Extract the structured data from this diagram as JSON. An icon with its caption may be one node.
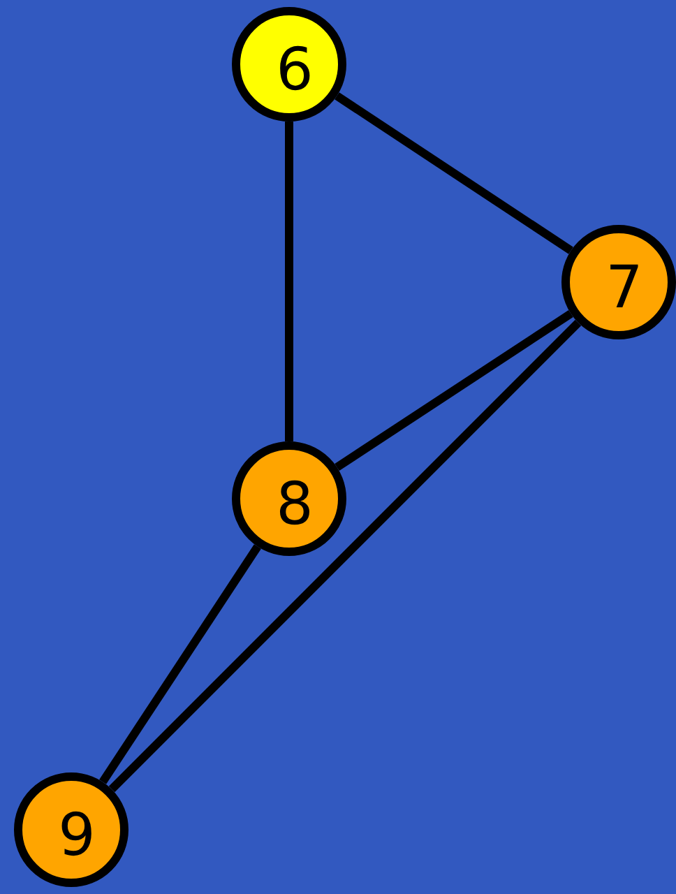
{
  "diagram": {
    "nodes": [
      {
        "text": [
          "6"
        ]
      },
      {
        "text": [
          "7"
        ]
      },
      {
        "text": [
          "8"
        ]
      },
      {
        "text": [
          "9"
        ]
      }
    ],
    "edges": [
      {
        "from": 0,
        "to": 2,
        "arrow": "none"
      },
      {
        "from": 0,
        "to": 1,
        "arrow": "none"
      },
      {
        "from": 1,
        "to": 2,
        "arrow": "none"
      },
      {
        "from": 2,
        "to": 3,
        "arrow": "none"
      },
      {
        "from": 1,
        "to": 3,
        "arrow": "none"
      }
    ]
  }
}
